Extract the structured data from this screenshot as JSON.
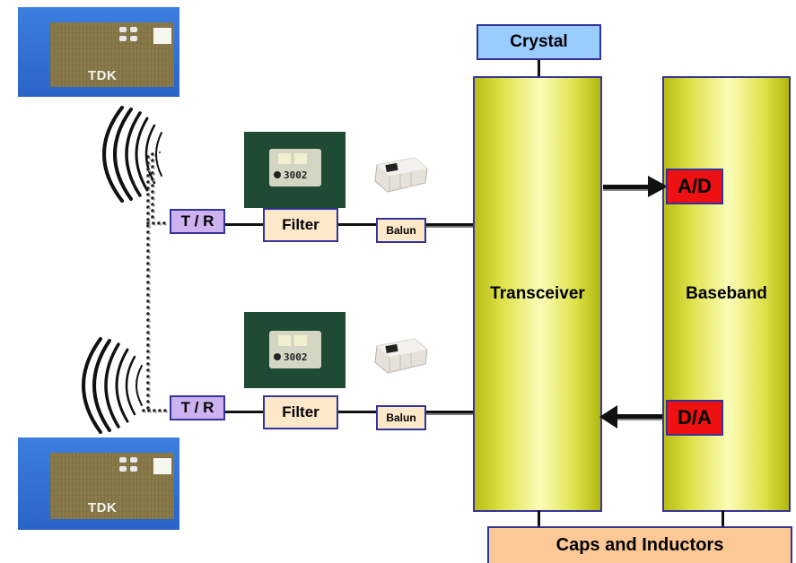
{
  "blocks": {
    "crystal": "Crystal",
    "transceiver": "Transceiver",
    "baseband": "Baseband",
    "ad": "A/D",
    "da": "D/A",
    "caps": "Caps and Inductors"
  },
  "rf_path_top": {
    "tr": "T / R",
    "filter": "Filter",
    "balun": "Balun"
  },
  "rf_path_bottom": {
    "tr": "T / R",
    "filter": "Filter",
    "balun": "Balun"
  },
  "photos": {
    "antenna_top_logo": "TDK",
    "antenna_bottom_logo": "TDK",
    "filter_top_marking": "3002",
    "filter_bottom_marking": "3002"
  },
  "colors": {
    "photo_bg": "#2f6fd6",
    "filter_photo_bg": "#1f4a34",
    "block_border": "#333399",
    "crystal_fill": "#99ccff",
    "caps_fill": "#fcc996",
    "label_fill": "#fde9c9",
    "tr_fill": "#cdb2f0",
    "converter_fill": "#ee1111"
  }
}
